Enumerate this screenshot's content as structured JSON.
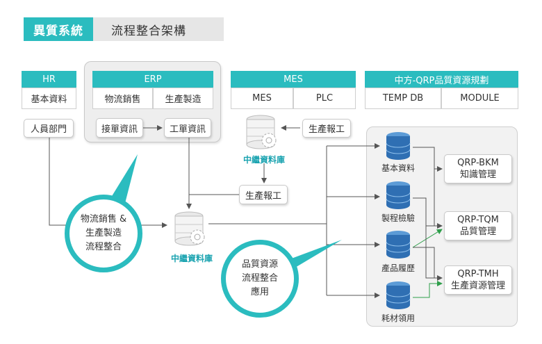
{
  "title": {
    "tag": "異質系統",
    "subtitle": "流程整合架構"
  },
  "hr": {
    "header": "HR",
    "cell": "基本資料",
    "dept": "人員部門"
  },
  "erp": {
    "header": "ERP",
    "cells": [
      "物流銷售",
      "生產製造"
    ],
    "pills": [
      "接單資訊",
      "工單資訊"
    ]
  },
  "mes": {
    "header": "MES",
    "cells": [
      "MES",
      "PLC"
    ],
    "report": "生產報工"
  },
  "qrp": {
    "header": "中方-QRP品質資源規劃",
    "cells": [
      "TEMP DB",
      "MODULE"
    ]
  },
  "relay_db_top": "中繼資料庫",
  "relay_db_center": "中繼資料庫",
  "report_mid": "生產報工",
  "bubble_left": [
    "物流銷售 &",
    "生產製造",
    "流程整合"
  ],
  "bubble_right": [
    "品質資源",
    "流程整合",
    "應用"
  ],
  "databases": [
    "基本資料",
    "製程檢驗",
    "產品履歷",
    "耗材領用"
  ],
  "outputs": [
    {
      "line1": "QRP-BKM",
      "line2": "知識管理"
    },
    {
      "line1": "QRP-TQM",
      "line2": "品質管理"
    },
    {
      "line1": "QRP-TMH",
      "line2": "生產資源管理"
    }
  ],
  "colors": {
    "teal": "#2bbcbf",
    "db_blue": "#2f6fb3",
    "arrow_green": "#2e9e4a",
    "line_gray": "#555555"
  }
}
